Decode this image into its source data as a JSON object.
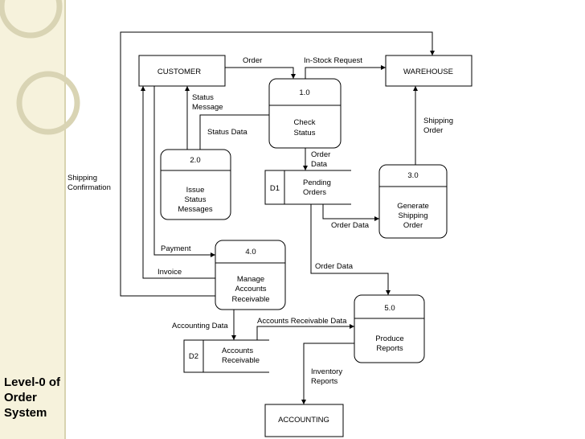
{
  "side_title": [
    "Level-0 of",
    "Order",
    "System"
  ],
  "entities": {
    "customer": "CUSTOMER",
    "warehouse": "WAREHOUSE",
    "accounting": "ACCOUNTING"
  },
  "processes": [
    {
      "id": "1.0",
      "label": [
        "Check",
        "Status"
      ]
    },
    {
      "id": "2.0",
      "label": [
        "Issue",
        "Status",
        "Messages"
      ]
    },
    {
      "id": "3.0",
      "label": [
        "Generate",
        "Shipping",
        "Order"
      ]
    },
    {
      "id": "4.0",
      "label": [
        "Manage",
        "Accounts",
        "Receivable"
      ]
    },
    {
      "id": "5.0",
      "label": [
        "Produce",
        "Reports"
      ]
    }
  ],
  "stores": [
    {
      "id": "D1",
      "label": [
        "Pending",
        "Orders"
      ]
    },
    {
      "id": "D2",
      "label": [
        "Accounts",
        "Receivable"
      ]
    }
  ],
  "flows": {
    "order": "Order",
    "instock_request": "In-Stock Request",
    "status_message": [
      "Status",
      "Message"
    ],
    "status_data": "Status Data",
    "order_data_d1": [
      "Order",
      "Data"
    ],
    "shipping_order": [
      "Shipping",
      "Order"
    ],
    "shipping_confirmation": [
      "Shipping",
      "Confirmation"
    ],
    "order_data_to_3": "Order Data",
    "payment": "Payment",
    "order_data_to_5": "Order Data",
    "invoice": "Invoice",
    "accounting_data": "Accounting Data",
    "accounts_receivable_data": "Accounts Receivable Data",
    "inventory_reports": [
      "Inventory",
      "Reports"
    ]
  }
}
